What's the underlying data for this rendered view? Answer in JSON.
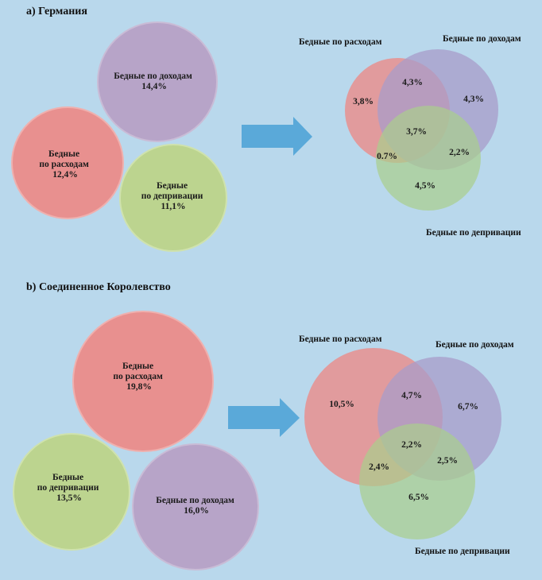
{
  "sections": [
    {
      "heading": "a) Германия",
      "separate_circles": [
        {
          "id": "income",
          "lines": [
            "Бедные по доходам",
            "14,4%"
          ],
          "color": "#b7a4c8"
        },
        {
          "id": "expense",
          "lines": [
            "Бедные",
            "по расходам",
            "12,4%"
          ],
          "color": "#e8908f"
        },
        {
          "id": "deprivation",
          "lines": [
            "Бедные",
            "по депривации",
            "11,1%"
          ],
          "color": "#bcd48f"
        }
      ],
      "venn": {
        "labels": {
          "expense": "Бедные по расходам",
          "income": "Бедные по доходам",
          "deprivation": "Бедные по депривации"
        },
        "values": {
          "expense_only": "3,8%",
          "expense_income": "4,3%",
          "income_only": "4,3%",
          "all": "3,7%",
          "expense_deprivation": "0.7%",
          "income_deprivation": "2,2%",
          "deprivation_only": "4,5%"
        }
      }
    },
    {
      "heading": "b) Соединенное Королевство",
      "separate_circles": [
        {
          "id": "expense",
          "lines": [
            "Бедные",
            "по расходам",
            "19,8%"
          ],
          "color": "#e8908f"
        },
        {
          "id": "deprivation",
          "lines": [
            "Бедные",
            "по депривации",
            "13,5%"
          ],
          "color": "#bcd48f"
        },
        {
          "id": "income",
          "lines": [
            "Бедные по доходам",
            "16,0%"
          ],
          "color": "#b7a4c8"
        }
      ],
      "venn": {
        "labels": {
          "expense": "Бедные по расходам",
          "income": "Бедные по доходам",
          "deprivation": "Бедные по депривации"
        },
        "values": {
          "expense_only": "10,5%",
          "expense_income": "4,7%",
          "income_only": "6,7%",
          "all": "2,2%",
          "expense_deprivation": "2,4%",
          "income_deprivation": "2,5%",
          "deprivation_only": "6,5%"
        }
      }
    }
  ],
  "colors": {
    "background": "#b9d8ec",
    "expense": "#e8908f",
    "income": "#b7a4c8",
    "deprivation": "#bcd48f",
    "arrow": "#5aa9d9"
  }
}
